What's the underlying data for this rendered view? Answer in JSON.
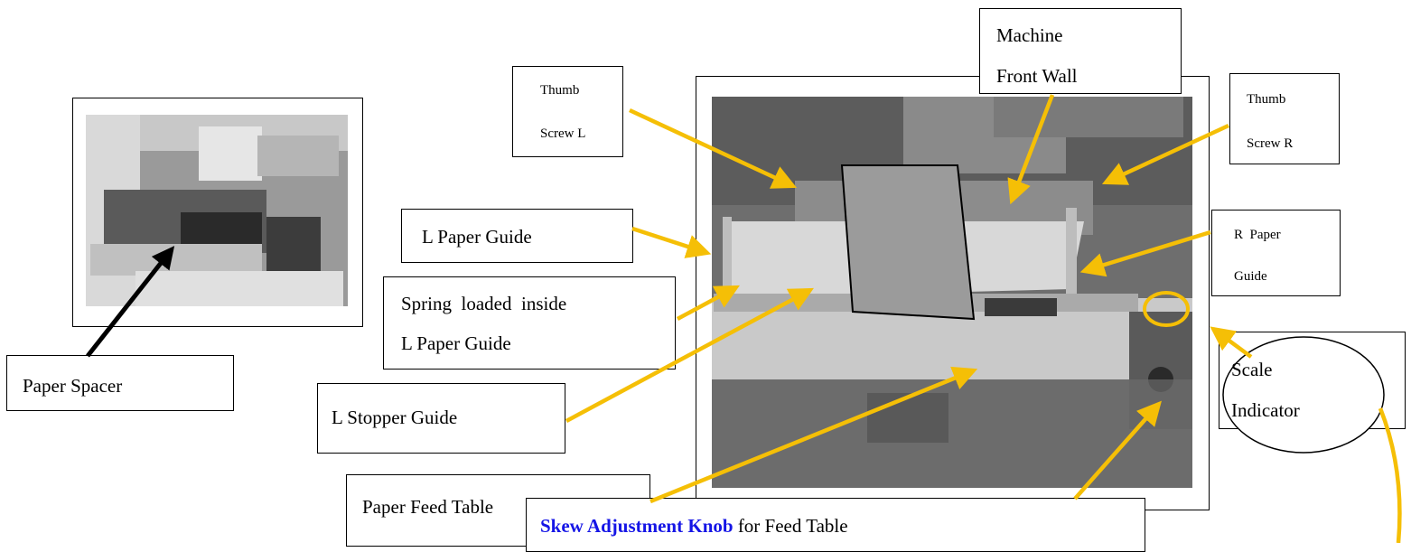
{
  "labels": {
    "paper_spacer": "Paper Spacer",
    "thumb_screw_l_1": "Thumb",
    "thumb_screw_l_2": "Screw L",
    "machine_front_wall_1": "Machine",
    "machine_front_wall_2": "Front Wall",
    "thumb_screw_r_1": "Thumb",
    "thumb_screw_r_2": "Screw R",
    "l_paper_guide": "L Paper Guide",
    "r_paper_guide_1": "R  Paper",
    "r_paper_guide_2": "Guide",
    "spring_loaded_1": "Spring  loaded  inside",
    "spring_loaded_2": "L Paper Guide",
    "l_stopper_guide": "L Stopper Guide",
    "scale_indicator_1": "Scale",
    "scale_indicator_2": "Indicator",
    "paper_feed_table": "Paper Feed Table",
    "skew_knob_highlight": "Skew Adjustment Knob",
    "skew_knob_rest": " for Feed Table"
  },
  "colors": {
    "arrow": "#f5bf06",
    "highlight_text": "#1515e6"
  }
}
